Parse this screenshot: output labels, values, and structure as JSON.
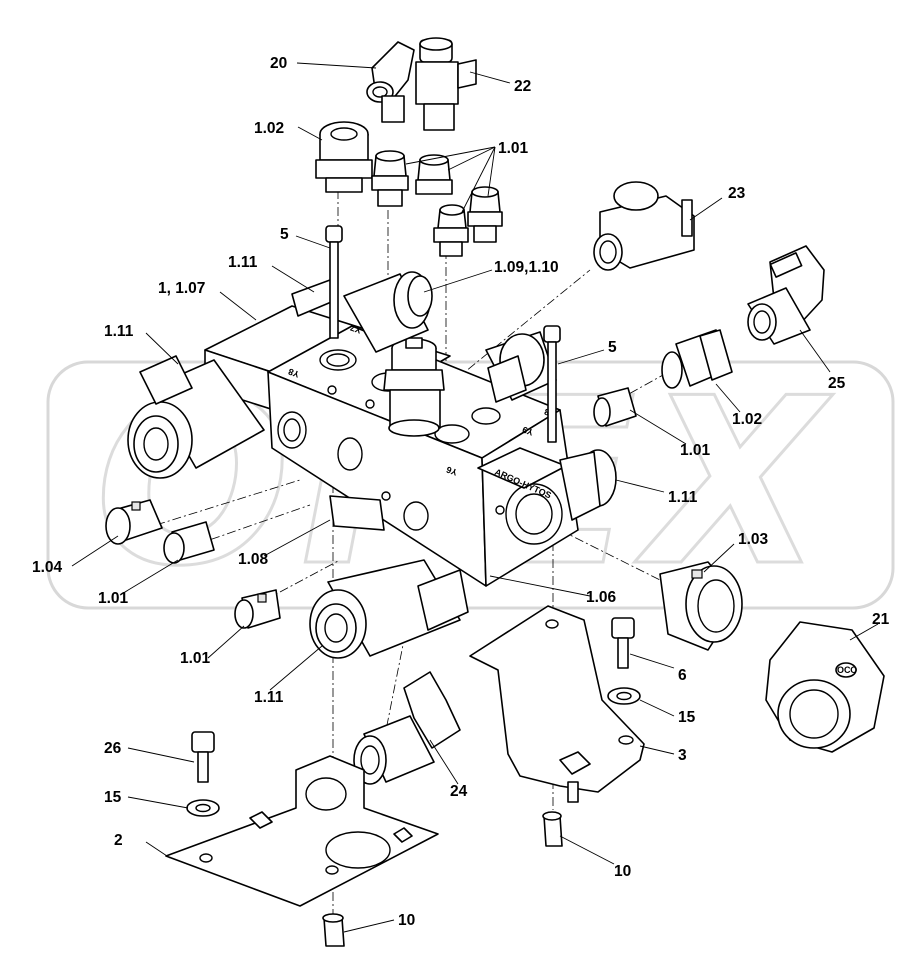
{
  "labels": {
    "p20": "20",
    "p22": "22",
    "p102a": "1.02",
    "p101a": "1.01",
    "p23": "23",
    "p5a": "5",
    "p111a": "1.11",
    "p109": "1.09,1.10",
    "p1": "1, 1.07",
    "p111b": "1.11",
    "p5b": "5",
    "p25": "25",
    "p102b": "1.02",
    "p101b": "1.01",
    "p111c": "1.11",
    "p104": "1.04",
    "p108": "1.08",
    "p103": "1.03",
    "p101c": "1.01",
    "p106": "1.06",
    "p21": "21",
    "p101d": "1.01",
    "p6": "6",
    "p111d": "1.11",
    "p15a": "15",
    "p26": "26",
    "p3": "3",
    "p24": "24",
    "p15b": "15",
    "p2": "2",
    "p10a": "10",
    "p10b": "10"
  },
  "block_marks": {
    "y8a": "Y8",
    "y7": "Y7",
    "y6": "Y6",
    "y8b": "Y8",
    "y9": "Y9",
    "plate": "ARGO-HYTOS"
  },
  "nut_mark": "ОСО"
}
